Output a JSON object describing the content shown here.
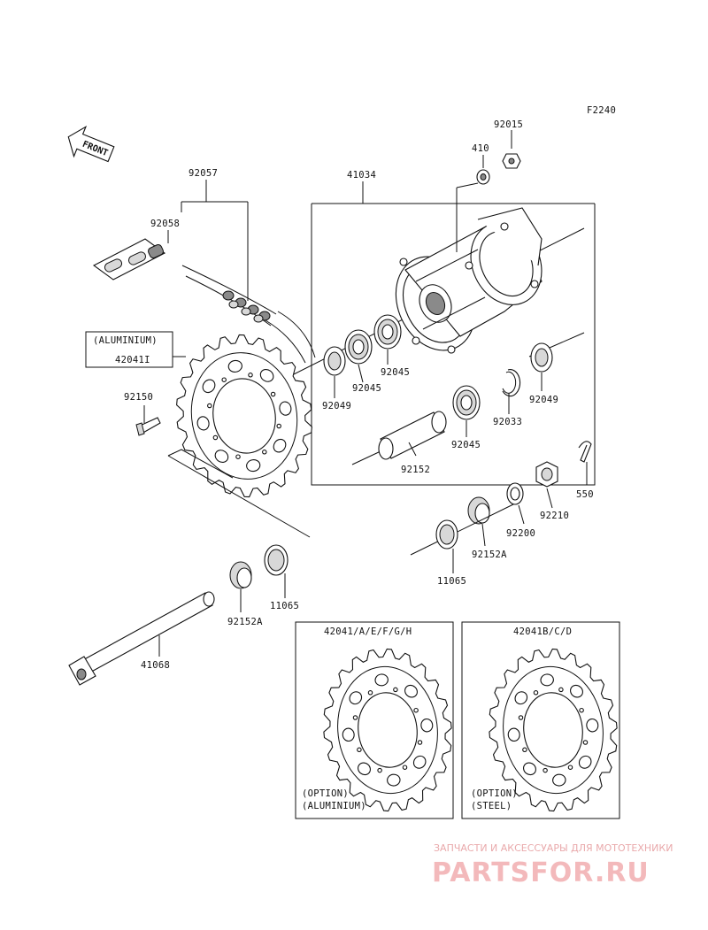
{
  "figure_code": "F2240",
  "front_label": "FRONT",
  "parts": {
    "p92015": "92015",
    "p410": "410",
    "p41034": "41034",
    "p92057": "92057",
    "p92058": "92058",
    "aluminium_tag": "(ALUMINIUM)",
    "p42041I": "42041I",
    "p92150": "92150",
    "p92049_left": "92049",
    "p92045_a": "92045",
    "p92045_b": "92045",
    "p92045_c": "92045",
    "p92033": "92033",
    "p92049_right": "92049",
    "p92152": "92152",
    "p550": "550",
    "p92210": "92210",
    "p92200": "92200",
    "p92152A_right": "92152A",
    "p11065_right": "11065",
    "p11065_left": "11065",
    "p92152A_left": "92152A",
    "p41068": "41068"
  },
  "option_boxes": [
    {
      "code": "42041/A/E/F/G/H",
      "note_line1": "(OPTION)",
      "note_line2": "(ALUMINIUM)"
    },
    {
      "code": "42041B/C/D",
      "note_line1": "(OPTION)",
      "note_line2": "(STEEL)"
    }
  ],
  "watermark": {
    "subtitle": "ЗАПЧАСТИ И АКСЕССУАРЫ ДЛЯ МОТОТЕХНИКИ",
    "brand": "PARTSFOR.RU"
  },
  "colors": {
    "ink": "#111111",
    "watermark": "#f3b9bb"
  }
}
